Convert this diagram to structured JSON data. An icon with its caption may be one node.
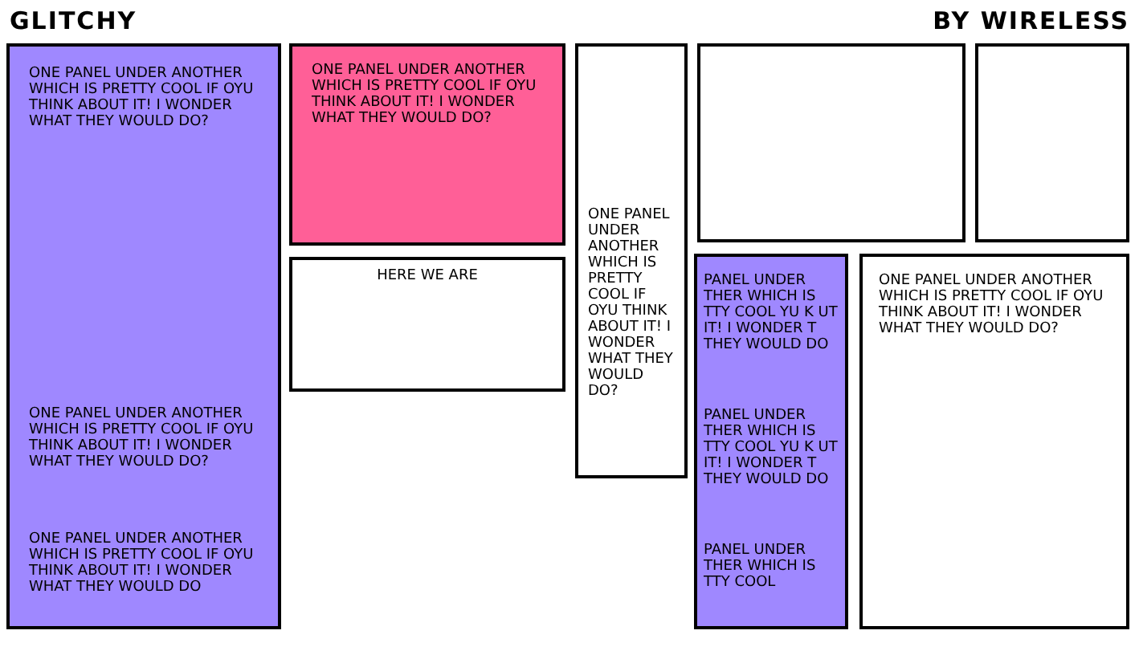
{
  "diagram": {
    "title": "GLITCHY",
    "nodes": [
      {
        "text": [
          "ONE PANEL UNDER ANOTHER WHICH IS PRETTY COOL IF OYU THINK ABOUT IT! I WONDER WHAT THEY WOULD DO?",
          "ONE PANEL UNDER ANOTHER WHICH IS PRETTY COOL IF OYU THINK ABOUT IT! I WONDER WHAT THEY WOULD DO?",
          "ONE PANEL UNDER ANOTHER WHICH IS PRETTY COOL IF OYU THINK ABOUT IT! I WONDER WHAT THEY WOULD DO"
        ]
      },
      {
        "text": [
          "ONE PANEL UNDER ANOTHER WHICH IS PRETTY COOL IF OYU THINK ABOUT IT! I WONDER WHAT THEY WOULD DO?"
        ]
      },
      {
        "text": [
          "ONE PANEL UNDER ANOTHER WHICH IS PRETTY COOL IF OYU THINK ABOUT IT! I WONDER WHAT THEY WOULD DO?"
        ]
      },
      {
        "text": [],
        "shape": "box"
      },
      {
        "text": [],
        "shape": "box"
      },
      {
        "text": [
          "HERE WE ARE"
        ]
      },
      {
        "text": [
          "PANEL UNDER THER WHICH IS TTY COOL YU K UT IT! I WONDER T THEY WOULD DO",
          "PANEL UNDER THER WHICH IS TTY COOL YU K UT IT! I WONDER T THEY WOULD DO",
          "PANEL UNDER THER WHICH IS TTY COOL"
        ]
      },
      {
        "text": [
          "ONE PANEL UNDER ANOTHER WHICH IS PRETTY COOL IF OYU THINK ABOUT IT! I WONDER WHAT THEY WOULD DO?"
        ]
      }
    ],
    "edges": [],
    "labels": [
      "BY WIRELESS"
    ]
  }
}
